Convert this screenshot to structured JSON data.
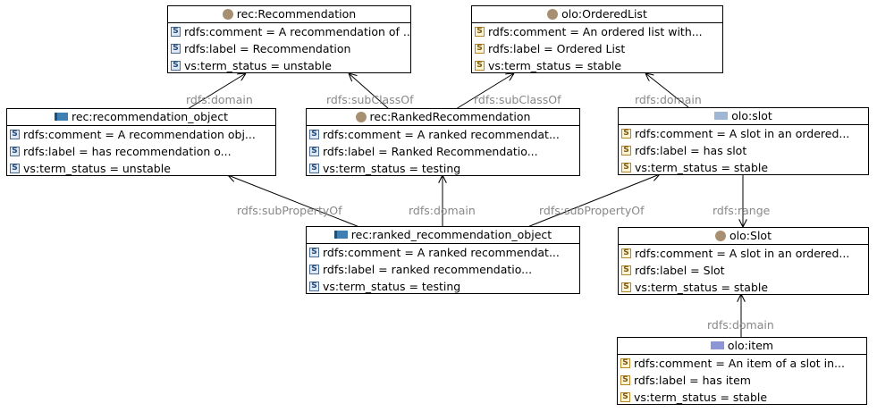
{
  "nodes": {
    "recommendation": {
      "title": "rec:Recommendation",
      "icon": "class-icon",
      "rows": [
        "rdfs:comment = A recommendation of ...",
        "rdfs:label = Recommendation",
        "vs:term_status = unstable"
      ]
    },
    "ordered_list": {
      "title": "olo:OrderedList",
      "icon": "class-icon",
      "rows": [
        "rdfs:comment = An ordered list with...",
        "rdfs:label = Ordered List",
        "vs:term_status = stable"
      ]
    },
    "recommendation_object": {
      "title": "rec:recommendation_object",
      "icon": "object-property-icon",
      "rows": [
        "rdfs:comment = A recommendation obj...",
        "rdfs:label = has recommendation o...",
        "vs:term_status = unstable"
      ]
    },
    "ranked_recommendation": {
      "title": "rec:RankedRecommendation",
      "icon": "class-icon",
      "rows": [
        "rdfs:comment = A ranked recommendat...",
        "rdfs:label = Ranked Recommendatio...",
        "vs:term_status = testing"
      ]
    },
    "slot_prop": {
      "title": "olo:slot",
      "icon": "property-icon",
      "rows": [
        "rdfs:comment = A slot in an ordered...",
        "rdfs:label = has slot",
        "vs:term_status = stable"
      ]
    },
    "ranked_recommendation_object": {
      "title": "rec:ranked_recommendation_object",
      "icon": "object-property-icon",
      "rows": [
        "rdfs:comment = A ranked recommendat...",
        "rdfs:label = ranked recommendatio...",
        "vs:term_status = testing"
      ]
    },
    "slot_class": {
      "title": "olo:Slot",
      "icon": "class-icon",
      "rows": [
        "rdfs:comment = A slot in an ordered...",
        "rdfs:label = Slot",
        "vs:term_status = stable"
      ]
    },
    "item": {
      "title": "olo:item",
      "icon": "property-icon",
      "rows": [
        "rdfs:comment = An item of a slot in...",
        "rdfs:label = has item",
        "vs:term_status = stable"
      ]
    }
  },
  "edges": [
    {
      "label": "rdfs:domain",
      "from": "recommendation_object",
      "to": "recommendation"
    },
    {
      "label": "rdfs:subClassOf",
      "from": "ranked_recommendation",
      "to": "recommendation"
    },
    {
      "label": "rdfs:subClassOf",
      "from": "ranked_recommendation",
      "to": "ordered_list"
    },
    {
      "label": "rdfs:domain",
      "from": "slot_prop",
      "to": "ordered_list"
    },
    {
      "label": "rdfs:subPropertyOf",
      "from": "ranked_recommendation_object",
      "to": "recommendation_object"
    },
    {
      "label": "rdfs:domain",
      "from": "ranked_recommendation_object",
      "to": "ranked_recommendation"
    },
    {
      "label": "rdfs:subPropertyOf",
      "from": "ranked_recommendation_object",
      "to": "slot_prop"
    },
    {
      "label": "rdfs:range",
      "from": "slot_prop",
      "to": "slot_class"
    },
    {
      "label": "rdfs:domain",
      "from": "item",
      "to": "slot_class"
    }
  ],
  "colors": {
    "class_icon": "#a79072",
    "object_property_icon": "#3f7fb1",
    "edge_label": "#888888",
    "border": "#000000"
  }
}
